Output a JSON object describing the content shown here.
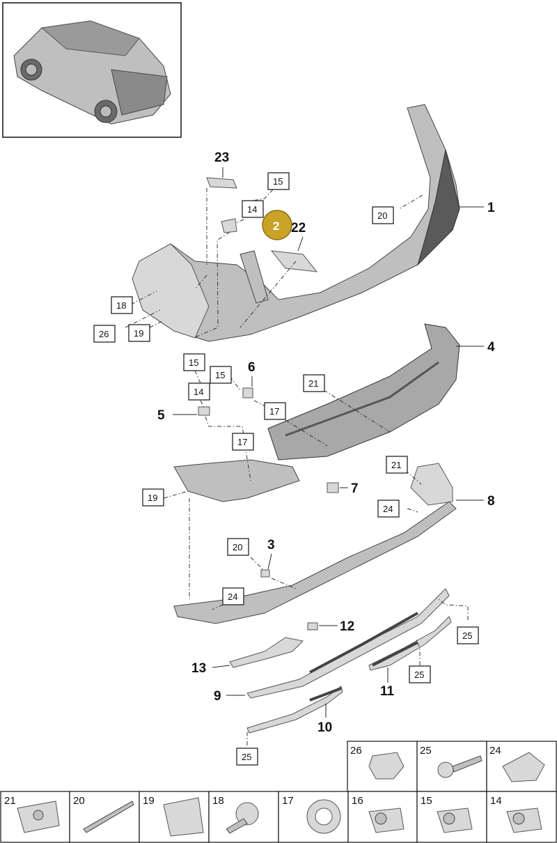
{
  "callouts": {
    "c1": "1",
    "c2": "2",
    "c3": "3",
    "c4": "4",
    "c5": "5",
    "c6": "6",
    "c7": "7",
    "c8": "8",
    "c9": "9",
    "c10": "10",
    "c11": "11",
    "c12": "12",
    "c13": "13",
    "c22": "22",
    "c23": "23"
  },
  "boxes": {
    "b15a": "15",
    "b14a": "14",
    "b20a": "20",
    "b18": "18",
    "b26": "26",
    "b19a": "19",
    "b15b": "15",
    "b15c": "15",
    "b14b": "14",
    "b21a": "21",
    "b17a": "17",
    "b17b": "17",
    "b19b": "19",
    "b21b": "21",
    "b24a": "24",
    "b20b": "20",
    "b24b": "24",
    "b25a": "25",
    "b25b": "25",
    "b25c": "25"
  },
  "highlight": {
    "label": "2",
    "color": "#c9a227"
  },
  "legend_top": [
    "26",
    "25",
    "24"
  ],
  "legend_bottom": [
    "21",
    "20",
    "19",
    "18",
    "17",
    "16",
    "15",
    "14"
  ]
}
